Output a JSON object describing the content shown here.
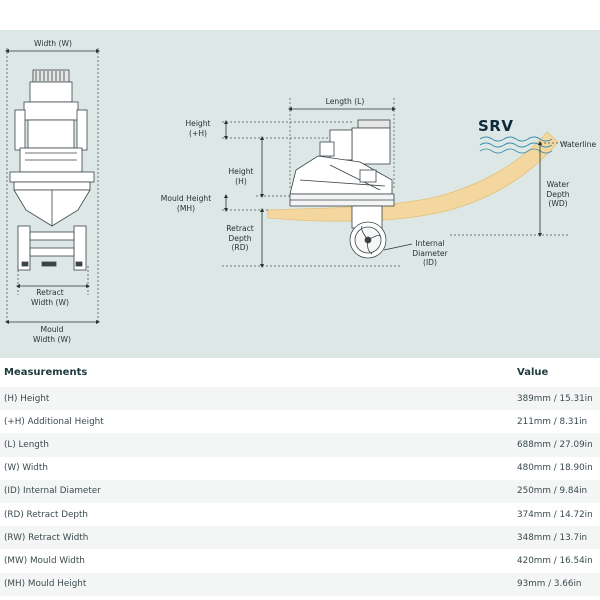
{
  "brand": "SRV",
  "labels": {
    "width": "Width (W)",
    "retract_width": [
      "Retract",
      "Width (W)"
    ],
    "mould_width": [
      "Mould",
      "Width (W)"
    ],
    "length": "Length (L)",
    "add_height": [
      "Height",
      "(+H)"
    ],
    "height": [
      "Height",
      "(H)"
    ],
    "mould_height": [
      "Mould Height",
      "(MH)"
    ],
    "retract_depth": [
      "Retract",
      "Depth",
      "(RD)"
    ],
    "internal_diameter": [
      "Internal",
      "Diameter",
      "(ID)"
    ],
    "waterline": "Waterline",
    "water_depth": [
      "Water",
      "Depth",
      "(WD)"
    ]
  },
  "table": {
    "header": {
      "measure": "Measurements",
      "value": "Value"
    },
    "rows": [
      {
        "measure": "(H) Height",
        "value": "389mm / 15.31in"
      },
      {
        "measure": "(+H) Additional Height",
        "value": "211mm / 8.31in"
      },
      {
        "measure": "(L) Length",
        "value": "688mm / 27.09in"
      },
      {
        "measure": "(W) Width",
        "value": "480mm / 18.90in"
      },
      {
        "measure": "(ID) Internal Diameter",
        "value": "250mm / 9.84in"
      },
      {
        "measure": "(RD) Retract Depth",
        "value": "374mm / 14.72in"
      },
      {
        "measure": "(RW) Retract Width",
        "value": "348mm / 13.7in"
      },
      {
        "measure": "(MW) Mould Width",
        "value": "420mm / 16.54in"
      },
      {
        "measure": "(MH) Mould Height",
        "value": "93mm / 3.66in"
      }
    ]
  }
}
